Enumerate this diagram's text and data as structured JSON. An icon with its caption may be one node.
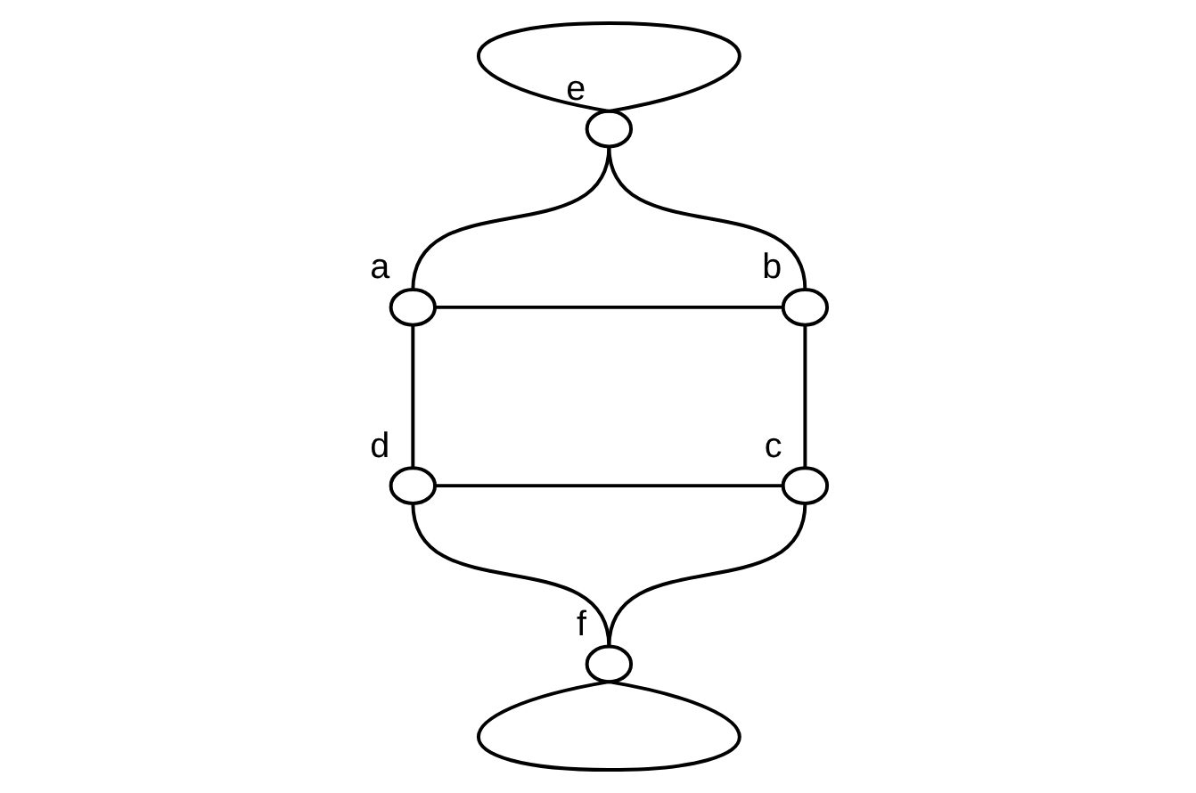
{
  "diagram": {
    "nodes": [
      {
        "text": [],
        "shape": "circle",
        "beside": [
          "e"
        ]
      },
      {
        "text": [],
        "shape": "circle",
        "beside": [
          "a"
        ]
      },
      {
        "text": [],
        "shape": "circle",
        "beside": [
          "b"
        ]
      },
      {
        "text": [],
        "shape": "circle",
        "beside": [
          "d"
        ]
      },
      {
        "text": [],
        "shape": "circle",
        "beside": [
          "c"
        ]
      },
      {
        "text": [],
        "shape": "circle",
        "beside": [
          "f"
        ]
      }
    ],
    "edges": [
      {
        "from": 0,
        "to": 0,
        "arrow": "none"
      },
      {
        "from": 0,
        "to": 1,
        "arrow": "none"
      },
      {
        "from": 0,
        "to": 2,
        "arrow": "none"
      },
      {
        "from": 1,
        "to": 2,
        "arrow": "none"
      },
      {
        "from": 1,
        "to": 3,
        "arrow": "none"
      },
      {
        "from": 2,
        "to": 4,
        "arrow": "none"
      },
      {
        "from": 3,
        "to": 4,
        "arrow": "none"
      },
      {
        "from": 3,
        "to": 5,
        "arrow": "none"
      },
      {
        "from": 4,
        "to": 5,
        "arrow": "none"
      },
      {
        "from": 5,
        "to": 5,
        "arrow": "none"
      }
    ]
  }
}
